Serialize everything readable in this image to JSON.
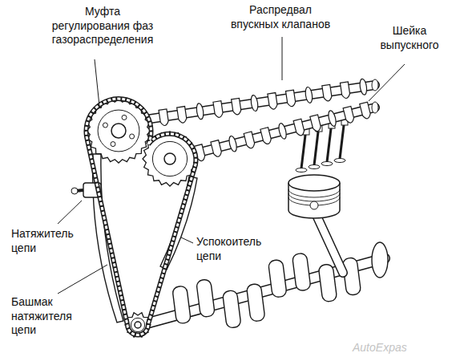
{
  "diagram": {
    "labels": [
      "Муфта регулирования фаз газораспределения",
      "Распредвал впускных клапанов",
      "Шейка выпускного",
      "Натяжитель цепи",
      "Успокоитель цепи",
      "Башмак натяжителя цепи",
      "AutoExpas"
    ]
  }
}
